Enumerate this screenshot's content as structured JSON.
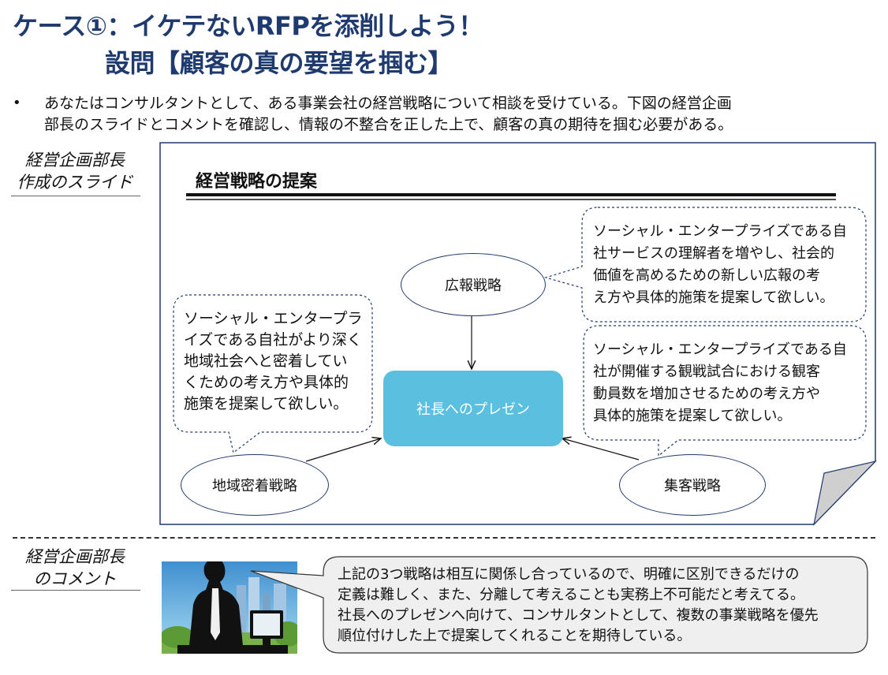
{
  "title": {
    "line1": "ケース①：イケテないRFPを添削しよう！",
    "line2": "設問【顧客の真の要望を掴む】"
  },
  "bullet": {
    "marker": "•",
    "line1": "あなたはコンサルタントとして、ある事業会社の経営戦略について相談を受けている。下図の経営企画",
    "line2": "部長のスライドとコメントを確認し、情報の不整合を正した上で、顧客の真の期待を掴む必要がある。"
  },
  "labels": {
    "slide_label_line1": "経営企画部長",
    "slide_label_line2": "作成のスライド",
    "comment_label_line1": "経営企画部長",
    "comment_label_line2": "のコメント"
  },
  "slide": {
    "title": "経営戦略の提案",
    "center": "社長へのプレゼン",
    "nodes": {
      "pr": "広報戦略",
      "regional": "地域密着戦略",
      "attract": "集客戦略"
    },
    "bubbles": {
      "left": [
        "ソーシャル・エンタープラ",
        "イズである自社がより深く",
        "地域社会へと密着してい",
        "くための考え方や具体的",
        "施策を提案して欲しい。"
      ],
      "top_right": [
        "ソーシャル・エンタープライズである自",
        "社サービスの理解者を増やし、社会的",
        "価値を高めるための新しい広報の考",
        "え方や具体的施策を提案して欲しい。"
      ],
      "mid_right": [
        "ソーシャル・エンタープライズである自",
        "社が開催する観戦試合における観客",
        "動員数を増加させるための考え方や",
        "具体的施策を提案して欲しい。"
      ]
    }
  },
  "comment": {
    "lines": [
      "上記の3つ戦略は相互に関係し合っているので、明確に区別できるだけの",
      "定義は難しく、また、分離して考えることも実務上不可能だと考えてる。",
      "社長へのプレゼンへ向けて、コンサルタントとして、複数の事業戦略を優先",
      "順位付けした上で提案してくれることを期待している。"
    ]
  },
  "colors": {
    "title": "#1f3a6e",
    "center_box": "#5bc0e0",
    "ellipse_border": "#1f3a6e"
  }
}
